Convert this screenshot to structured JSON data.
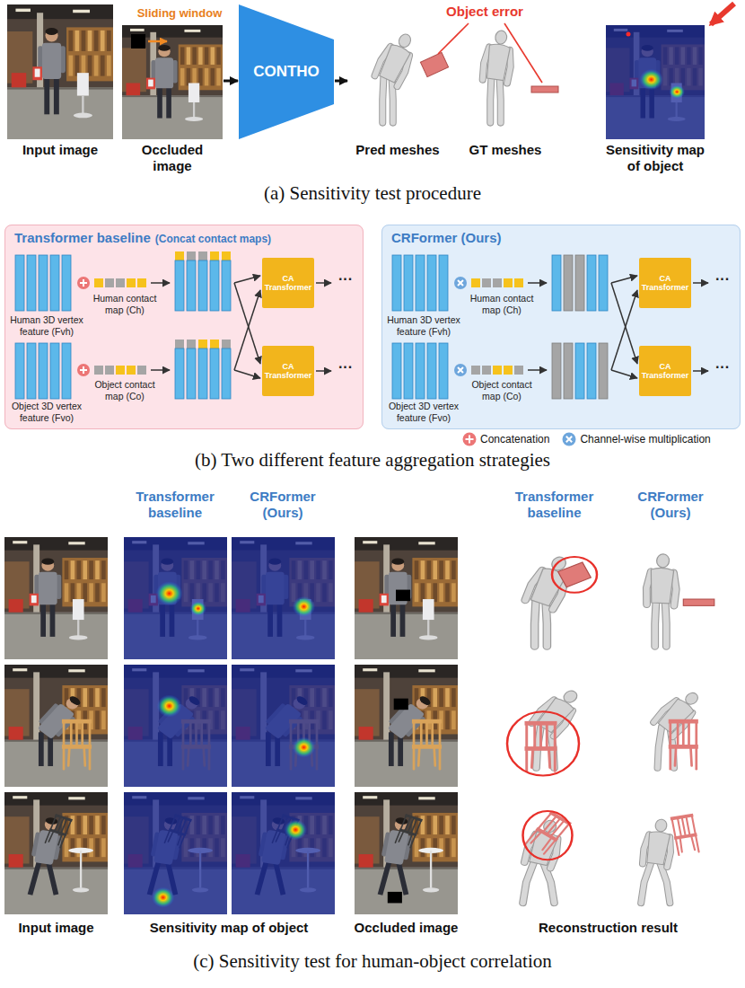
{
  "diagram": {
    "nodes": [
      {
        "text": [
          "Input image"
        ]
      },
      {
        "text": [
          "Occluded image"
        ]
      },
      {
        "text": [
          "CONTHO"
        ]
      },
      {
        "text": [
          "Pred meshes"
        ]
      },
      {
        "text": [
          "GT meshes"
        ]
      },
      {
        "text": [
          "Sensitivity map of object"
        ]
      },
      {
        "text": [
          "Transformer baseline",
          "(Concat contact maps)"
        ]
      },
      {
        "text": [
          "CA Transformer"
        ],
        "in": 6
      },
      {
        "text": [
          "CA Transformer"
        ],
        "in": 6
      },
      {
        "text": [
          "CRFormer (Ours)"
        ]
      },
      {
        "text": [
          "CA Transformer"
        ],
        "in": 9
      },
      {
        "text": [
          "CA Transformer"
        ],
        "in": 9
      }
    ],
    "edges": [
      {
        "from": 1,
        "to": 2,
        "arrow": "to"
      },
      {
        "from": 2,
        "to": 3,
        "arrow": "to"
      }
    ],
    "labels": [
      "Sliding window",
      "Object error",
      "Human 3D vertex feature (Fvh)",
      "Human contact map (Ch)",
      "Object 3D vertex feature (Fvo)",
      "Object contact map (Co)",
      "···",
      "···",
      "Human 3D vertex feature (Fvh)",
      "Human contact map (Ch)",
      "Object 3D vertex feature (Fvo)",
      "Object contact map (Co)",
      "···",
      "···",
      "(a) Sensitivity test procedure",
      "(b) Two different feature aggregation strategies",
      "Transformer baseline",
      "CRFormer (Ours)",
      "Transformer baseline",
      "CRFormer (Ours)",
      "Input image",
      "Sensitivity map of object",
      "Occluded image",
      "Reconstruction result",
      "(c) Sensitivity test for human-object correlation"
    ],
    "legend": [
      {
        "text": "Concatenation",
        "color": "#ec7676"
      },
      {
        "text": "Channel-wise multiplication",
        "color": "#6ea6dc"
      }
    ]
  }
}
